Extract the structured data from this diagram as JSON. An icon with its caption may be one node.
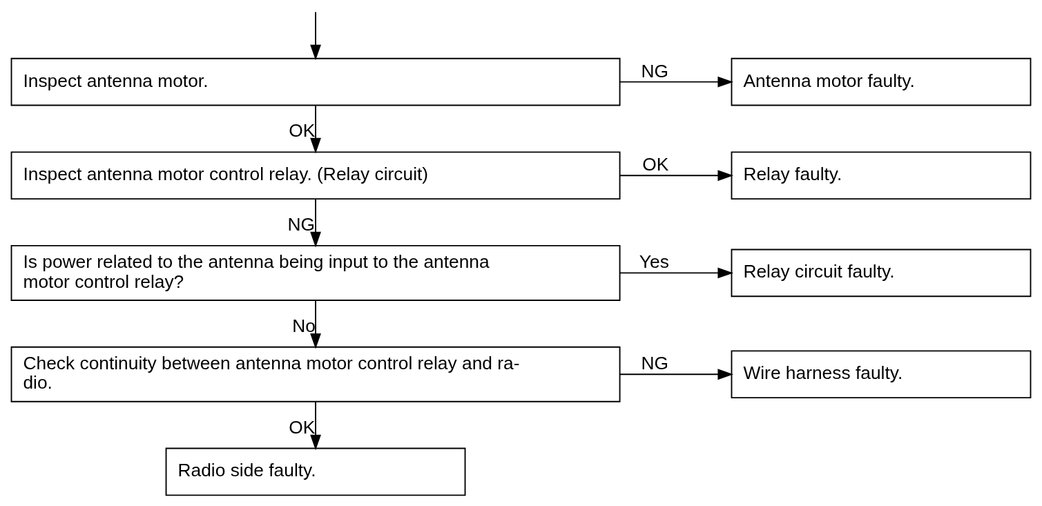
{
  "diagram": {
    "nodes": [
      {
        "text": [
          "Inspect antenna motor."
        ]
      },
      {
        "text": [
          "Antenna motor faulty."
        ]
      },
      {
        "text": [
          "Inspect antenna motor control relay. (Relay circuit)"
        ]
      },
      {
        "text": [
          "Relay faulty."
        ]
      },
      {
        "text": [
          "Is power related to the antenna being input to the antenna motor control relay?"
        ]
      },
      {
        "text": [
          "Relay circuit faulty."
        ]
      },
      {
        "text": [
          "Check continuity between antenna motor control relay and ra- dio."
        ]
      },
      {
        "text": [
          "Wire harness faulty."
        ]
      },
      {
        "text": [
          "Radio side faulty."
        ]
      }
    ],
    "edges": [
      {
        "from": null,
        "to": 0,
        "arrow": "to"
      },
      {
        "from": 0,
        "to": 1,
        "arrow": "to",
        "label": "NG"
      },
      {
        "from": 0,
        "to": 2,
        "arrow": "to",
        "label": "OK"
      },
      {
        "from": 2,
        "to": 3,
        "arrow": "to",
        "label": "OK"
      },
      {
        "from": 2,
        "to": 4,
        "arrow": "to",
        "label": "NG"
      },
      {
        "from": 4,
        "to": 5,
        "arrow": "to",
        "label": "Yes"
      },
      {
        "from": 4,
        "to": 6,
        "arrow": "to",
        "label": "No"
      },
      {
        "from": 6,
        "to": 7,
        "arrow": "to",
        "label": "NG"
      },
      {
        "from": 6,
        "to": 8,
        "arrow": "to",
        "label": "OK"
      }
    ]
  }
}
